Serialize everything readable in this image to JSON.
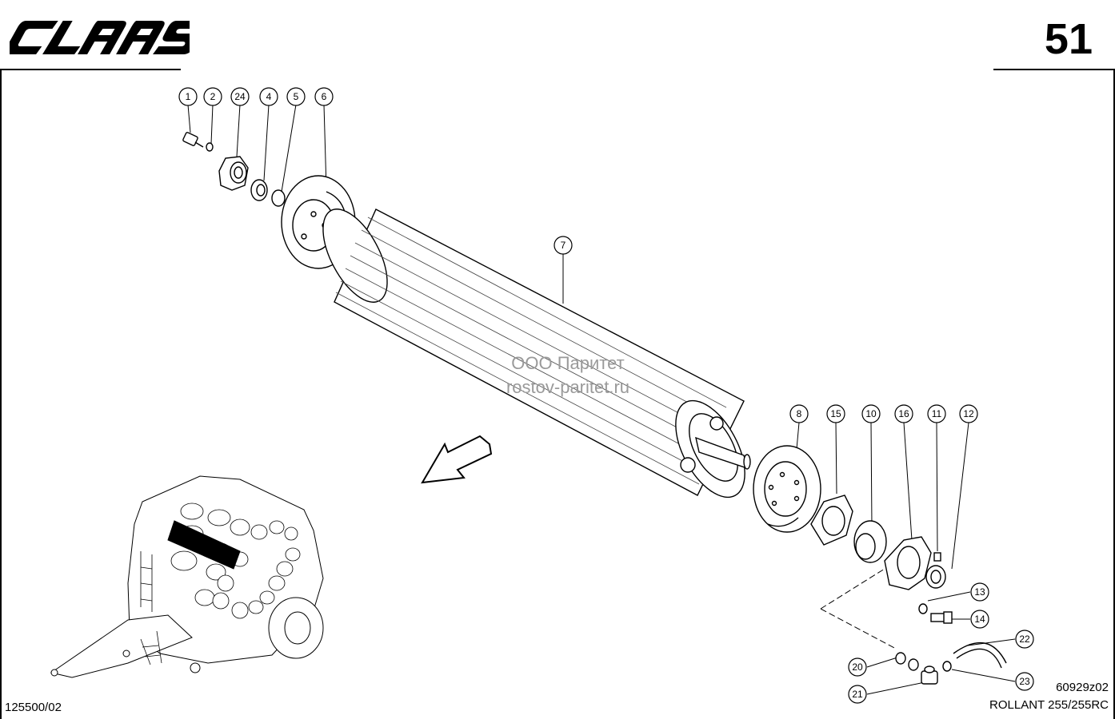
{
  "header": {
    "brand": "CLAAS",
    "page_number": "51"
  },
  "footer": {
    "drawing_code": "125500/02",
    "figure_code": "60929z02",
    "model": "ROLLANT 255/255RC"
  },
  "watermark": {
    "line1": "ООО Паритет",
    "line2": "rostov-paritet.ru"
  },
  "callouts": [
    "1",
    "2",
    "24",
    "4",
    "5",
    "6",
    "7",
    "8",
    "15",
    "10",
    "16",
    "11",
    "12",
    "13",
    "14",
    "22",
    "20",
    "21",
    "23"
  ],
  "colors": {
    "line": "#000000",
    "background": "#ffffff",
    "watermark": "#9a9a9a"
  }
}
